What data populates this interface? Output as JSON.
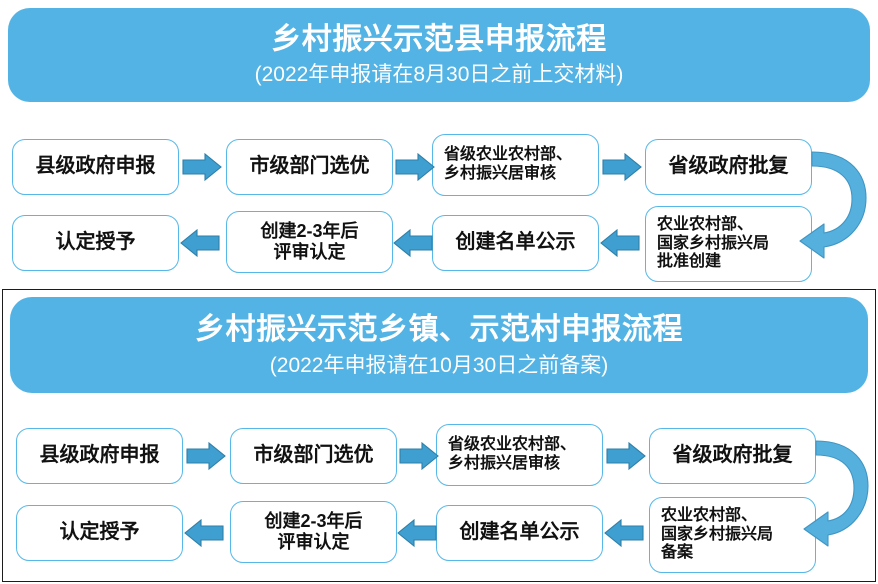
{
  "colors": {
    "banner_blue": "#53b3e4",
    "box_border": "#56b8e8",
    "arrow_fill": "#3f9fd0",
    "arrow_stroke": "#2e7fa8",
    "curve_fill": "#56b0de",
    "frame": "#1c1c1c",
    "text": "#111111",
    "banner_text": "#ffffff"
  },
  "sections": [
    {
      "banner": {
        "title": "乡村振兴示范县申报流程",
        "subtitle": "(2022年申报请在8月30日之前上交材料)"
      },
      "row1": [
        {
          "label": "县级政府申报",
          "align": "center"
        },
        {
          "label": "市级部门选优",
          "align": "center"
        },
        {
          "label": "省级农业农村部、\n乡村振兴居审核",
          "align": "left"
        },
        {
          "label": "省级政府批复",
          "align": "center"
        }
      ],
      "row2": [
        {
          "label": "认定授予",
          "align": "center"
        },
        {
          "label": "创建2-3年后\n评审认定",
          "align": "center"
        },
        {
          "label": "创建名单公示",
          "align": "center"
        },
        {
          "label": "农业农村部、\n国家乡村振兴局\n批准创建",
          "align": "left"
        }
      ]
    },
    {
      "banner": {
        "title": "乡村振兴示范乡镇、示范村申报流程",
        "subtitle": "(2022年申报请在10月30日之前备案)"
      },
      "row1": [
        {
          "label": "县级政府申报",
          "align": "center"
        },
        {
          "label": "市级部门选优",
          "align": "center"
        },
        {
          "label": "省级农业农村部、\n乡村振兴居审核",
          "align": "left"
        },
        {
          "label": "省级政府批复",
          "align": "center"
        }
      ],
      "row2": [
        {
          "label": "认定授予",
          "align": "center"
        },
        {
          "label": "创建2-3年后\n评审认定",
          "align": "center"
        },
        {
          "label": "创建名单公示",
          "align": "center"
        },
        {
          "label": "农业农村部、\n国家乡村振兴局\n备案",
          "align": "left"
        }
      ]
    }
  ],
  "flow": {
    "forward_arrow": "arrow-right",
    "backward_arrow": "arrow-left",
    "wrap_arrow": "curved-arrow-down-left"
  }
}
